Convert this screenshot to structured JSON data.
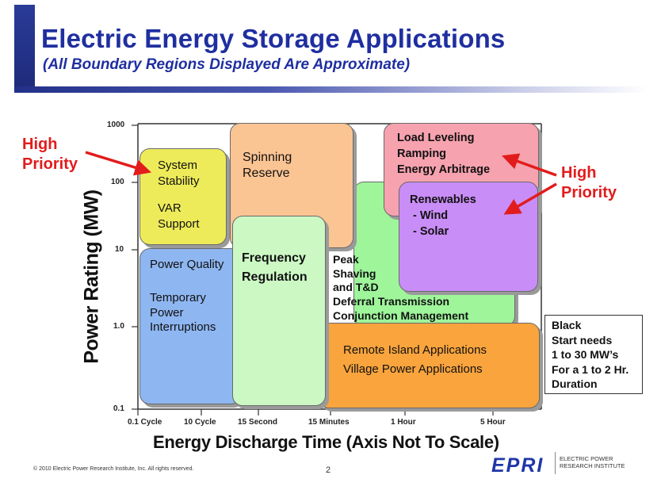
{
  "title": "Electric Energy Storage Applications",
  "subtitle": "(All Boundary Regions Displayed Are Approximate)",
  "y_axis": {
    "label": "Power Rating (MW)",
    "ticks": [
      "1000",
      "100",
      "10",
      "1.0",
      "0.1"
    ]
  },
  "x_axis": {
    "label": "Energy Discharge Time (Axis Not To Scale)",
    "ticks": [
      "0.1 Cycle",
      "10 Cycle",
      "15 Second",
      "15 Minutes",
      "1 Hour",
      "5 Hour"
    ]
  },
  "regions": {
    "system_stability": {
      "line1": "System",
      "line2": "Stability",
      "line3": "VAR",
      "line4": "Support",
      "color": "#eeeb5a"
    },
    "spinning_reserve": {
      "line1": "Spinning",
      "line2": "Reserve",
      "color": "#fbc493"
    },
    "power_quality": {
      "line1": "Power Quality",
      "line2": "Temporary",
      "line3": "Power",
      "line4": "Interruptions",
      "color": "#8eb6f1"
    },
    "frequency_regulation": {
      "line1": "Frequency",
      "line2": "Regulation",
      "color": "#ccf8c4"
    },
    "peak_shaving": {
      "line1": "Peak",
      "line2": "Shaving",
      "line3": "and T&D",
      "line4": "Deferral Transmission",
      "line5": "Conjunction Management",
      "color": "#9ef59a"
    },
    "load_leveling": {
      "line1": "Load Leveling",
      "line2": "Ramping",
      "line3": "Energy Arbitrage",
      "color": "#f6a2af"
    },
    "renewables": {
      "line1": "Renewables",
      "line2": "- Wind",
      "line3": "- Solar",
      "color": "#c98df7"
    },
    "remote_island": {
      "line1": "Remote Island Applications",
      "line2": "Village Power Applications",
      "color": "#f9a43d"
    }
  },
  "callouts": {
    "left": {
      "line1": "High",
      "line2": "Priority"
    },
    "right": {
      "line1": "High",
      "line2": "Priority"
    }
  },
  "black_start": [
    "Black",
    "Start needs",
    "1 to 30 MW’s",
    "For a 1 to 2 Hr.",
    "Duration"
  ],
  "footer": {
    "copyright": "© 2010 Electric Power Research Institute, Inc. All rights reserved.",
    "page": "2",
    "logo": "EPRI",
    "org_line1": "ELECTRIC POWER",
    "org_line2": "RESEARCH INSTITUTE"
  },
  "colors": {
    "title": "#1f2fa0",
    "callout": "#e21c1c"
  }
}
